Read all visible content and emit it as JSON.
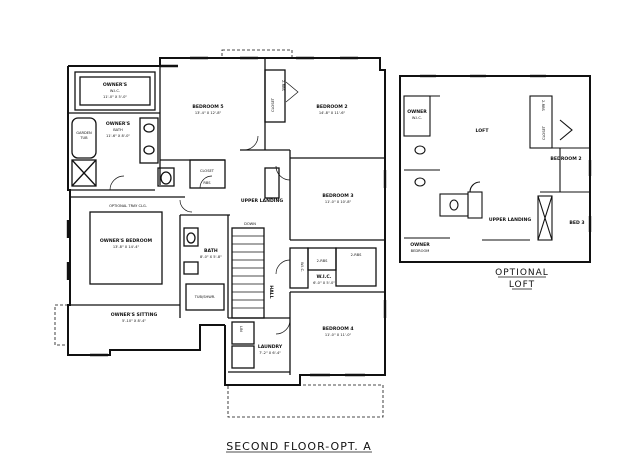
{
  "title": "SECOND FLOOR-OPT. A",
  "optional_loft": {
    "line1": "OPTIONAL",
    "line2": "LOFT"
  },
  "rooms": {
    "owners_wic": {
      "name": "OWNER'S",
      "sub": "W.I.C.",
      "dims": "11'-0\" X 5'-0\""
    },
    "owners_bath": {
      "name": "OWNER'S",
      "sub": "BATH",
      "dims": "11'-6\" X 8'-0\""
    },
    "garden_tub": {
      "name": "GARDEN",
      "sub": "TUB"
    },
    "bedroom5": {
      "name": "BEDROOM 5",
      "dims": "13'-4\" X 12'-8\""
    },
    "bedroom2": {
      "name": "BEDROOM 2",
      "dims": "14'-8\" X 11'-6\""
    },
    "closet_b2": {
      "name": "CLOSET"
    },
    "closet_b5": {
      "name": "CLOSET"
    },
    "shelf_b2": {
      "name": "2-RBS"
    },
    "rbs_b5": {
      "name": "RBS"
    },
    "upper_landing": {
      "name": "UPPER LANDING"
    },
    "bedroom3": {
      "name": "BEDROOM 3",
      "dims": "11'-0\" X 10'-8\""
    },
    "optional_tray": {
      "name": "OPTIONAL TRAY CLG."
    },
    "owners_bedroom": {
      "name": "OWNER'S BEDROOM",
      "dims": "13'-8\" X 14'-4\""
    },
    "bath": {
      "name": "BATH",
      "dims": "8'-0\" X 5'-8\""
    },
    "tub_shwr": {
      "name": "TUB/SHWR."
    },
    "down": {
      "name": "DOWN"
    },
    "hall": {
      "name": "HALL"
    },
    "wic3": {
      "name": "W.I.C."
    },
    "wic4": {
      "name": "W.I.C.",
      "dims": "6'-0\" X 5'-0\""
    },
    "rbs_a": {
      "name": "2-RBS"
    },
    "rbs_b": {
      "name": "2-RBS"
    },
    "owners_sitting": {
      "name": "OWNER'S SITTING",
      "dims": "5'-10\" X 8'-4\""
    },
    "bedroom4": {
      "name": "BEDROOM 4",
      "dims": "11'-0\" X 11'-0\""
    },
    "laundry": {
      "name": "LAUNDRY",
      "dims": "7'-2\" X 6'-4\""
    },
    "linen": {
      "name": "LIN"
    }
  },
  "loft_rooms": {
    "owner_wic": {
      "name": "OWNER",
      "sub": "W.I.C."
    },
    "loft": {
      "name": "LOFT"
    },
    "closet": {
      "name": "CLOSET"
    },
    "rbs": {
      "name": "2-RBS"
    },
    "bedroom2": {
      "name": "BEDROOM 2"
    },
    "upper_landing": {
      "name": "UPPER LANDING"
    },
    "bed3": {
      "name": "BED 3"
    },
    "owner_bedroom": {
      "name": "OWNER",
      "sub": "BEDROOM"
    }
  }
}
